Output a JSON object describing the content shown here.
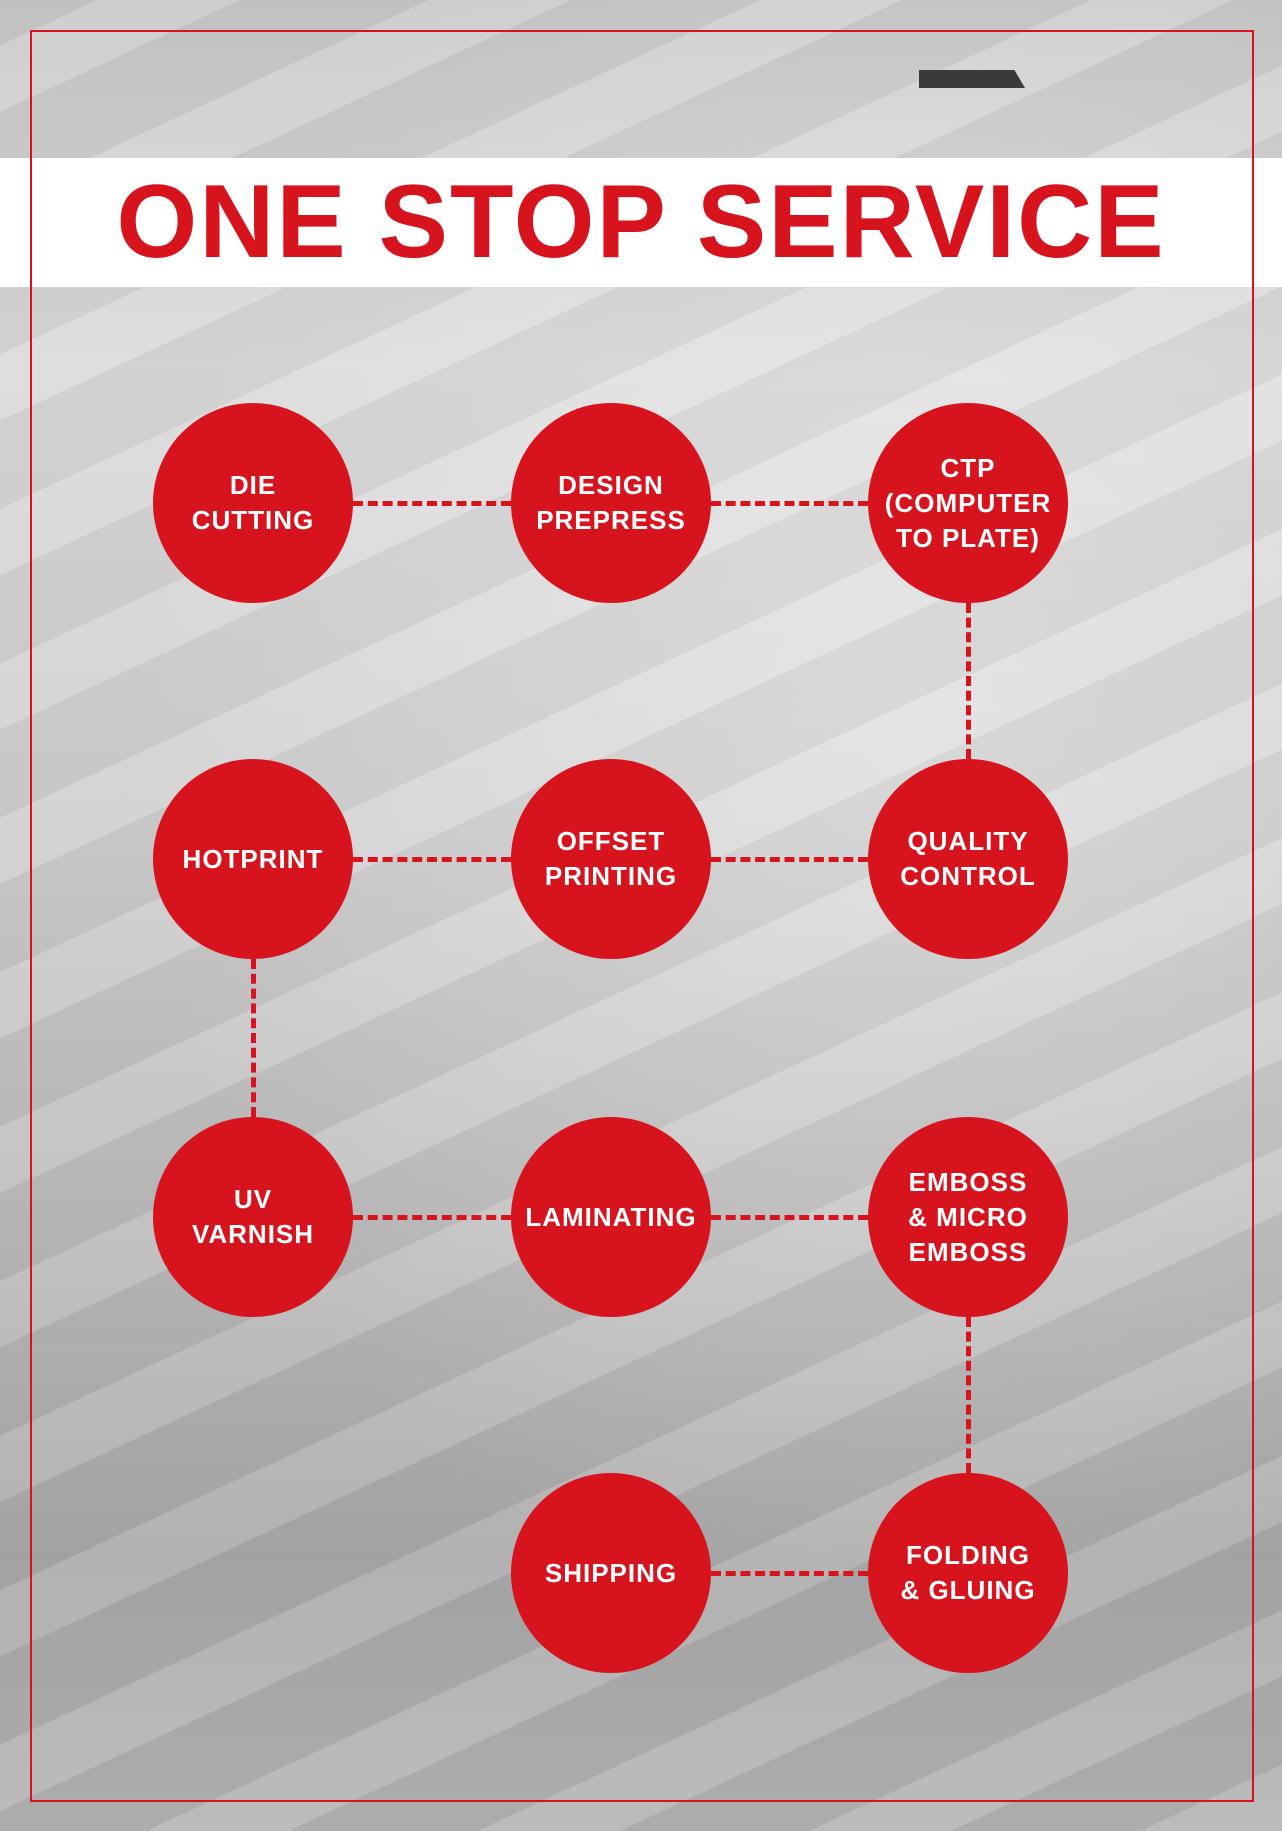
{
  "title": "ONE STOP SERVICE",
  "colors": {
    "accent": "#d7141e",
    "band": "#ffffff"
  },
  "services": [
    {
      "label": "DIE\nCUTTING"
    },
    {
      "label": "DESIGN\nPREPRESS"
    },
    {
      "label": "CTP\n(COMPUTER\nTO PLATE)"
    },
    {
      "label": "HOTPRINT"
    },
    {
      "label": "OFFSET\nPRINTING"
    },
    {
      "label": "QUALITY\nCONTROL"
    },
    {
      "label": "UV\nVARNISH"
    },
    {
      "label": "LAMINATING"
    },
    {
      "label": "EMBOSS\n& MICRO\nEMBOSS"
    },
    {
      "label": "SHIPPING"
    },
    {
      "label": "FOLDING\n& GLUING"
    }
  ]
}
